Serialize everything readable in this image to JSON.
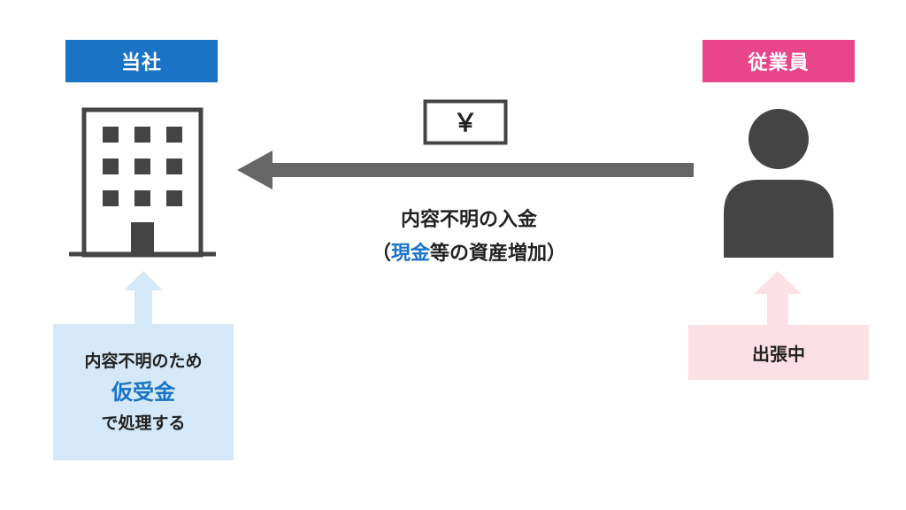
{
  "labels": {
    "company": "当社",
    "employee": "従業員"
  },
  "yen_note": {
    "symbol": "￥"
  },
  "flow": {
    "line1": "内容不明の入金",
    "line2_open": "（",
    "line2_highlight": "現金",
    "line2_rest": "等の資産増加）"
  },
  "left_note": {
    "line1": "内容不明のため",
    "line2": "仮受金",
    "line3": "で処理する"
  },
  "right_note": {
    "text": "出張中"
  },
  "colors": {
    "company_blue": "#1a73c4",
    "employee_pink": "#e8458b",
    "icon_gray": "#444444",
    "arrow_gray": "#666666",
    "light_blue": "#d4e8f7",
    "light_pink": "#fde0e6"
  }
}
